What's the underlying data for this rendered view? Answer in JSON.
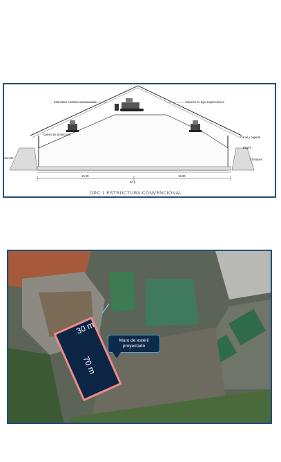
{
  "drawing": {
    "title": "OPC 1  ESTRUCTURA  CONVENCIONAL",
    "labels": {
      "estructura": "Estructura metalica convencional",
      "cubierta": "Cubierta en teja arquitectónica",
      "cuneta": "Cuneta",
      "galeria": "Galería de protección",
      "canal": "Canal y bajante",
      "esteril": "Estéril",
      "champeo": "Champeo"
    },
    "dimensions": {
      "total": "30.0",
      "left_half": "15.00",
      "right_half": "15.00"
    }
  },
  "photo": {
    "dim_width": "30 m",
    "dim_length": "70 m",
    "callout": "Muro de estéril proyectado",
    "colors": {
      "highlight_fill": "#0c2545",
      "highlight_border": "#f08a8a",
      "callout_fill": "#0d2a4a"
    }
  }
}
